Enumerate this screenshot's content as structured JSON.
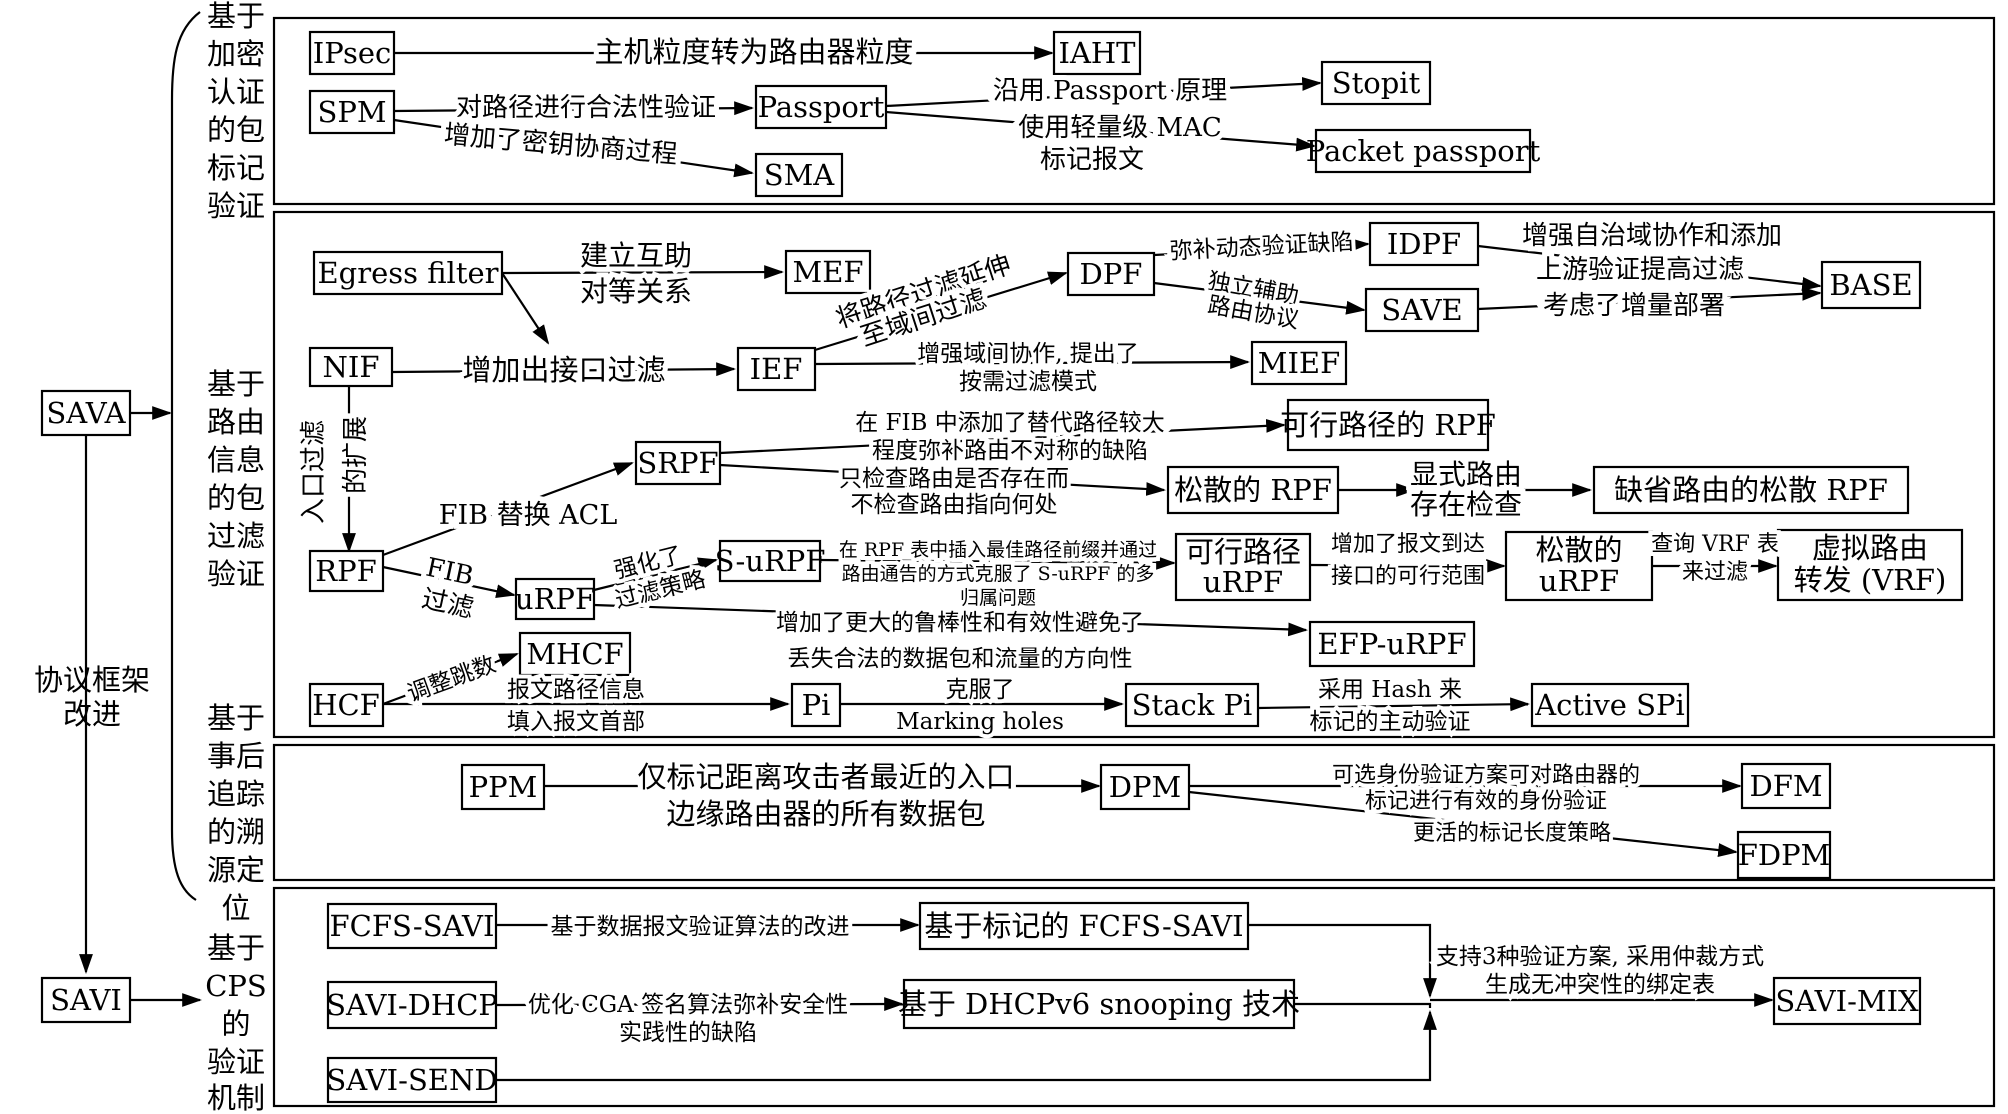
{
  "colors": {
    "stroke": "#000000",
    "background": "#ffffff"
  },
  "root": {
    "sava": "SAVA",
    "savi": "SAVI",
    "framework_label": [
      "协议框架",
      "改进"
    ]
  },
  "categories": {
    "crypto": [
      "基于",
      "加密",
      "认证",
      "的包",
      "标记",
      "验证"
    ],
    "routing": [
      "基于",
      "路由",
      "信息",
      "的包",
      "过滤",
      "验证"
    ],
    "traceback": [
      "基于",
      "事后",
      "追踪",
      "的溯",
      "源定",
      "位"
    ],
    "cps": [
      "基于",
      "CPS",
      "的",
      "验证",
      "机制"
    ]
  },
  "nodes": {
    "ipsec": "IPsec",
    "iaht": "IAHT",
    "spm": "SPM",
    "passport": "Passport",
    "stopit": "Stopit",
    "packet_passport": "Packet passport",
    "sma": "SMA",
    "egress": "Egress filter",
    "mef": "MEF",
    "dpf": "DPF",
    "idpf": "IDPF",
    "save": "SAVE",
    "base": "BASE",
    "nif": "NIF",
    "ief": "IEF",
    "mief": "MIEF",
    "feasible_rpf": "可行路径的 RPF",
    "srpf": "SRPF",
    "loose_rpf": "松散的 RPF",
    "default_loose_rpf": "缺省路由的松散 RPF",
    "rpf": "RPF",
    "urpf": "uRPF",
    "s_urpf": "S-uRPF",
    "feasible_urpf": [
      "可行路径",
      "uRPF"
    ],
    "loose_urpf": [
      "松散的",
      "uRPF"
    ],
    "vrf": [
      "虚拟路由",
      "转发 (VRF)"
    ],
    "efp_urpf": "EFP-uRPF",
    "hcf": "HCF",
    "mhcf": "MHCF",
    "pi": "Pi",
    "stack_pi": "Stack Pi",
    "active_spi": "Active SPi",
    "ppm": "PPM",
    "dpm": "DPM",
    "dfm": "DFM",
    "fdpm": "FDPM",
    "fcfs_savi": "FCFS-SAVI",
    "fcfs_marked": "基于标记的 FCFS-SAVI",
    "savi_dhcp": "SAVI-DHCP",
    "dhcpv6": "基于 DHCPv6 snooping 技术",
    "savi_send": "SAVI-SEND",
    "savi_mix": "SAVI-MIX"
  },
  "edges": {
    "ipsec_iaht": "主机粒度转为路由器粒度",
    "spm_passport": "对路径进行合法性验证",
    "spm_sma": "增加了密钥协商过程",
    "passport_stopit": "沿用 Passport 原理",
    "passport_pp": [
      "使用轻量级 MAC",
      "标记报文"
    ],
    "egress_mef": [
      "建立互助",
      "对等关系"
    ],
    "ief_dpf": [
      "将路径过滤延伸",
      "至域间过滤"
    ],
    "dpf_idpf": "弥补动态验证缺陷",
    "dpf_save": [
      "独立辅助",
      "路由协议"
    ],
    "idpf_base": [
      "增强自治域协作和添加",
      "上游验证提高过滤"
    ],
    "save_base": "考虑了增量部署",
    "nif_ief": "增加出接口过滤",
    "ief_mief": [
      "增强域间协作, 提出了",
      "按需过滤模式"
    ],
    "nif_rpf": [
      "入口过滤",
      "的扩展"
    ],
    "srpf_feasible": [
      "在 FIB 中添加了替代路径较大",
      "程度弥补路由不对称的缺陷"
    ],
    "srpf_loose": [
      "只检查路由是否存在而",
      "不检查路由指向何处"
    ],
    "loose_default": [
      "显式路由",
      "存在检查"
    ],
    "rpf_srpf": "FIB 替换 ACL",
    "rpf_urpf": [
      "FIB",
      "过滤"
    ],
    "urpf_surpf": [
      "强化了",
      "过滤策略"
    ],
    "surpf_feasible": [
      "在 RPF 表中插入最佳路径前缀并通过",
      "路由通告的方式克服了 S-uRPF 的多",
      "归属问题"
    ],
    "feasible_loose": [
      "增加了报文到达",
      "接口的可行范围"
    ],
    "loose_vrf": [
      "查询 VRF 表",
      "来过滤"
    ],
    "urpf_efp": [
      "增加了更大的鲁棒性和有效性避免了",
      "丢失合法的数据包和流量的方向性"
    ],
    "hcf_mhcf": "调整跳数",
    "hcf_pi": [
      "报文路径信息",
      "填入报文首部"
    ],
    "pi_stack": [
      "克服了",
      "Marking holes"
    ],
    "stack_active": [
      "采用 Hash 来",
      "标记的主动验证"
    ],
    "ppm_dpm": [
      "仅标记距离攻击者最近的入口",
      "边缘路由器的所有数据包"
    ],
    "dpm_dfm": [
      "可选身份验证方案可对路由器的",
      "标记进行有效的身份验证"
    ],
    "dpm_fdpm": "更活的标记长度策略",
    "fcfs_marked": "基于数据报文验证算法的改进",
    "dhcp_dhcpv6": [
      "优化 CGA 签名算法弥补安全性",
      "实践性的缺陷"
    ],
    "merge_mix": [
      "支持3种验证方案, 采用仲裁方式",
      "生成无冲突性的绑定表"
    ]
  }
}
